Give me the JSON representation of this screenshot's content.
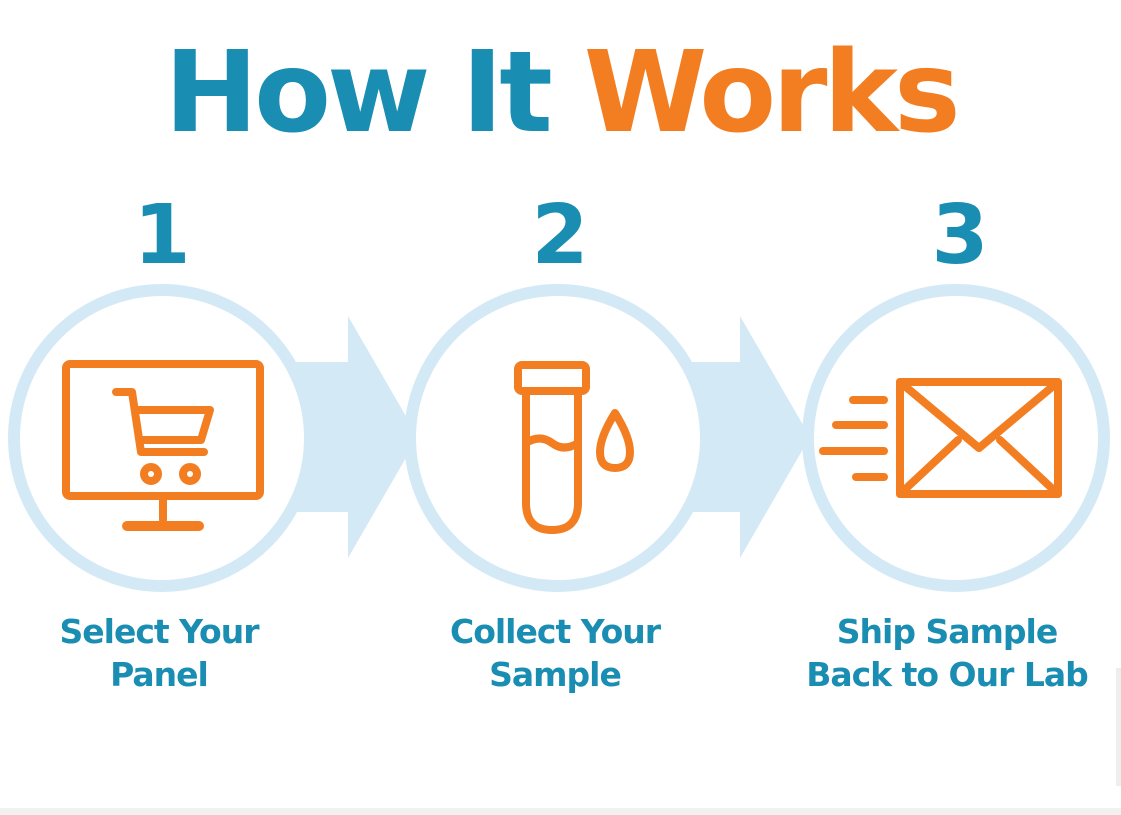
{
  "title": {
    "part1": "How It",
    "part2": "Works"
  },
  "colors": {
    "blue": "#1a8db3",
    "orange": "#f37e22",
    "light_blue": "#d4e9f6"
  },
  "steps": [
    {
      "number": "1",
      "label_line1": "Select Your",
      "label_line2": "Panel",
      "icon": "cart-monitor-icon"
    },
    {
      "number": "2",
      "label_line1": "Collect Your",
      "label_line2": "Sample",
      "icon": "test-tube-icon"
    },
    {
      "number": "3",
      "label_line1": "Ship Sample",
      "label_line2": "Back to Our Lab",
      "icon": "envelope-icon"
    }
  ]
}
